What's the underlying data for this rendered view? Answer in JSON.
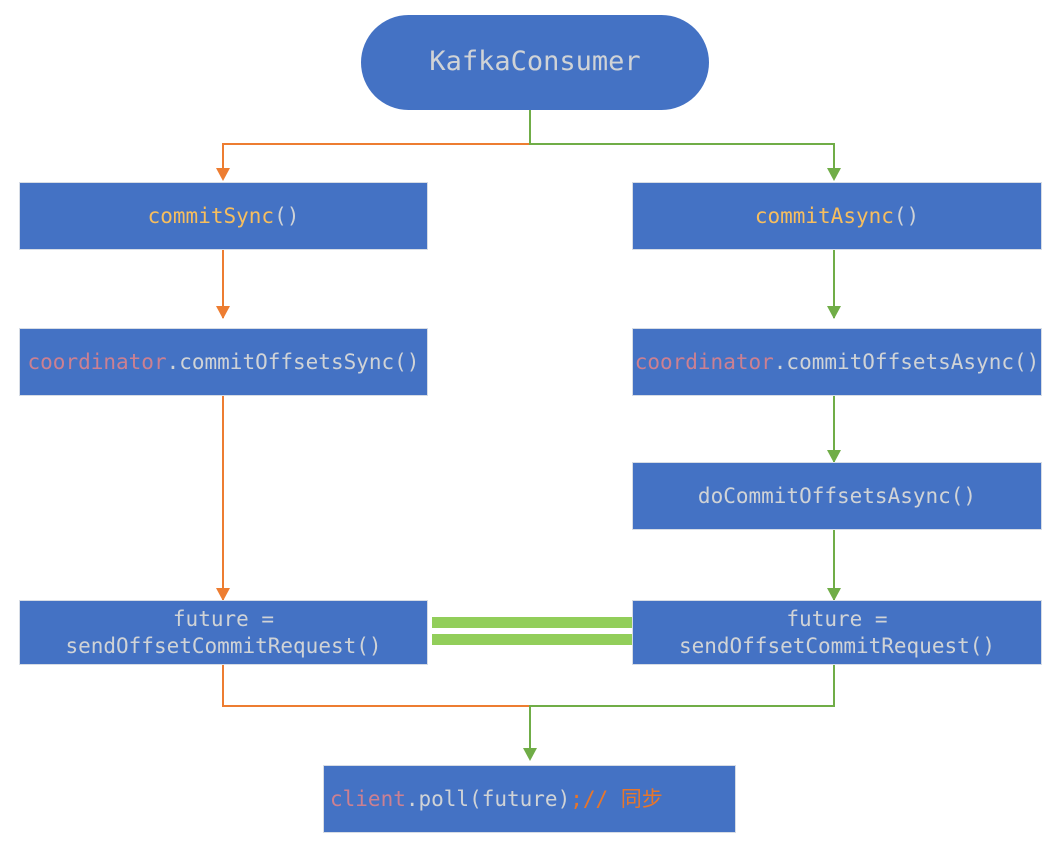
{
  "diagram": {
    "title_node": {
      "label": "KafkaConsumer",
      "shape": "rounded-pill"
    },
    "colors": {
      "node_fill": "#4472C4",
      "node_border": "#D6DCE5",
      "text_plain": "#D0D3D6",
      "text_function": "#F7BE5E",
      "text_object": "#CC8091",
      "text_comment": "#E8762A",
      "sync_flow": "#ED7D31",
      "async_flow": "#70AD47",
      "link_bar": "#92CE5A",
      "background": "#FFFFFF"
    },
    "nodes": {
      "root": {
        "label": "KafkaConsumer"
      },
      "commit_sync": {
        "tokens": [
          {
            "text": "commitSync",
            "style": "fn"
          },
          {
            "text": "()",
            "style": "plain"
          }
        ]
      },
      "commit_async": {
        "tokens": [
          {
            "text": "commitAsync",
            "style": "fn"
          },
          {
            "text": "()",
            "style": "plain"
          }
        ]
      },
      "coordinator_sync": {
        "tokens": [
          {
            "text": "coordinator",
            "style": "obj"
          },
          {
            "text": ".commitOffsetsSync()",
            "style": "plain"
          }
        ]
      },
      "coordinator_async": {
        "tokens": [
          {
            "text": "coordinator",
            "style": "obj"
          },
          {
            "text": ".commitOffsetsAsync()",
            "style": "plain"
          }
        ]
      },
      "do_commit_async": {
        "tokens": [
          {
            "text": "doCommitOffsetsAsync()",
            "style": "plain"
          }
        ]
      },
      "future_sync": {
        "tokens": [
          {
            "text": "future =\nsendOffsetCommitRequest()",
            "style": "plain"
          }
        ]
      },
      "future_async": {
        "tokens": [
          {
            "text": "future =\nsendOffsetCommitRequest()",
            "style": "plain"
          }
        ]
      },
      "client_poll": {
        "tokens": [
          {
            "text": "client",
            "style": "obj"
          },
          {
            "text": ".poll(future)",
            "style": "plain"
          },
          {
            "text": ";// 同步",
            "style": "cmt"
          }
        ]
      }
    },
    "edges": [
      {
        "name": "root-to-commit-sync",
        "color": "#ED7D31"
      },
      {
        "name": "root-to-commit-async",
        "color": "#70AD47"
      },
      {
        "name": "commit-sync-to-coordinator-sync",
        "color": "#ED7D31"
      },
      {
        "name": "commit-async-to-coordinator-async",
        "color": "#70AD47"
      },
      {
        "name": "coordinator-async-to-do-commit-async",
        "color": "#70AD47"
      },
      {
        "name": "coordinator-sync-to-future-sync",
        "color": "#ED7D31"
      },
      {
        "name": "do-commit-async-to-future-async",
        "color": "#70AD47"
      },
      {
        "name": "future-sync-to-client-poll",
        "color": "#ED7D31"
      },
      {
        "name": "future-async-to-client-poll",
        "color": "#70AD47"
      },
      {
        "name": "future-sync-linked-to-future-async",
        "color": "#92CE5A",
        "style": "double-bar"
      }
    ]
  }
}
